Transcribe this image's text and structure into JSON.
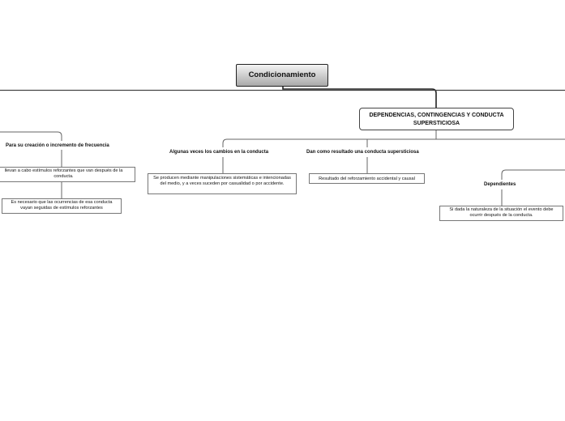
{
  "root": {
    "title": "Condicionamiento"
  },
  "main_topic": {
    "title": "DEPENDENCIAS, CONTINGENCIAS Y CONDUCTA SUPERSTICIOSA"
  },
  "branches": [
    {
      "label": "Para su creación o incremento de frecuencia",
      "children": [
        "llevan a cabo estímulos reforzantes que van después de la conducta.",
        "Es necesario que las ocurrencias de esa conducta vayan seguidas de estímulos reforzantes"
      ]
    },
    {
      "label": "Algunas veces los cambios en la conducta",
      "children": [
        "Se producen mediante manipulaciones sistemáticas e intencionadas del medio, y a veces suceden por casualidad o por accidente."
      ]
    },
    {
      "label": "Dan como resultado una conducta supersticiosa",
      "children": [
        "Resultado del reforzamiento accidental y causal"
      ]
    },
    {
      "label": "Dependientes",
      "children": [
        "Si dada la naturaleza de la situación el evento debe ocurrir después de la conducta."
      ]
    }
  ]
}
